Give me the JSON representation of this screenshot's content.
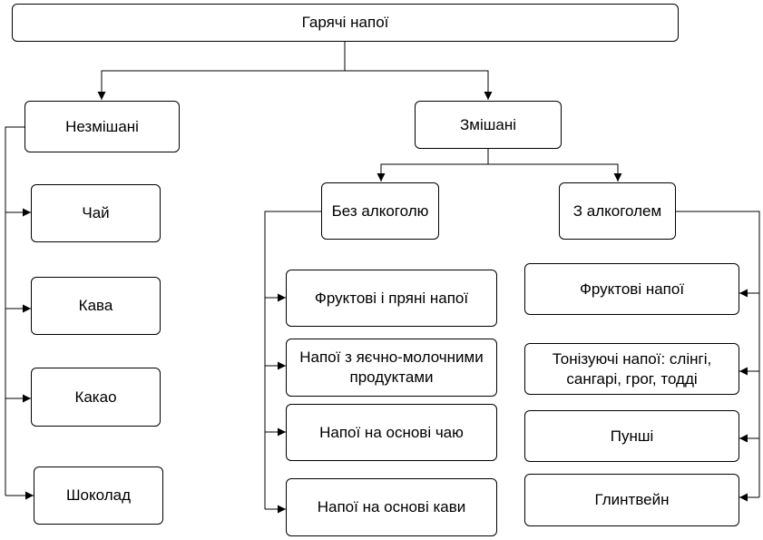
{
  "diagram": {
    "root": "Гарячі напої",
    "unmixed": {
      "label": "Незмішані",
      "items": [
        "Чай",
        "Кава",
        "Какао",
        "Шоколад"
      ]
    },
    "mixed": {
      "label": "Змішані",
      "non_alcoholic": {
        "label": "Без алкоголю",
        "items": [
          "Фруктові і пряні напої",
          "Напої з яєчно-молочними продуктами",
          "Напої на основі чаю",
          "Напої на основі кави"
        ]
      },
      "alcoholic": {
        "label": "З алкоголем",
        "items": [
          "Фруктові напої",
          "Тонізуючі напої: слінгі, сангарі, грог, тодді",
          "Пунші",
          "Глинтвейн"
        ]
      }
    }
  }
}
